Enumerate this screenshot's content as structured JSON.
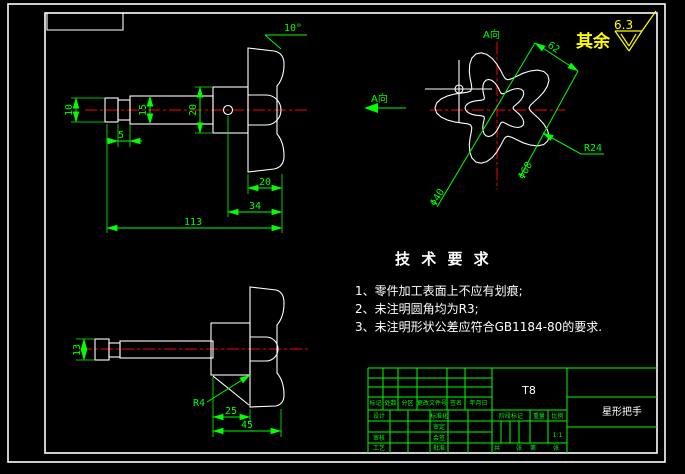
{
  "colors": {
    "background": "#000000",
    "outline": "#ffffff",
    "dimension": "#00ff00",
    "centerline": "#ff0000",
    "roughness": "#ffff00"
  },
  "roughness_note": {
    "prefix": "其余",
    "value": "6.3"
  },
  "view_labels": {
    "top": "A向",
    "left": "A向"
  },
  "dims_top_view": {
    "shaft_dia": "10",
    "groove_width": "5",
    "shaft_dia2": "15",
    "hub_dia": "20",
    "taper_angle": "10°",
    "head_width": "20",
    "head_offset": "34",
    "total_length": "113"
  },
  "dims_front_view": {
    "across_lobes": "62",
    "lobe_radius": "R24",
    "inner_dia": "Φ40",
    "outer_dia": "Φ68"
  },
  "dims_bottom_view": {
    "shaft_dia": "13",
    "fillet": "R4",
    "hub_width": "25",
    "head_width": "45"
  },
  "tech_requirements": {
    "title": "技 术 要 求",
    "items": [
      "1、零件加工表面上不应有划痕;",
      "2、未注明圆角均为R3;",
      "3、未注明形状公差应符合GB1184-80的要求."
    ]
  },
  "title_block": {
    "material": "T8",
    "part_name": "星形把手",
    "scale_value": "1:1",
    "revision_headers": [
      "标记",
      "处数",
      "分区",
      "更改文件号",
      "签名",
      "年月日"
    ],
    "approval_left": [
      "设计",
      "审核",
      "工艺"
    ],
    "approval_mid": [
      "标准化",
      "审定",
      "会签",
      "批准"
    ],
    "stage_header": {
      "stage": "阶段标记",
      "weight": "重量",
      "scale": "比例"
    },
    "sheet_note": [
      "共",
      "张",
      "第",
      "张"
    ]
  }
}
